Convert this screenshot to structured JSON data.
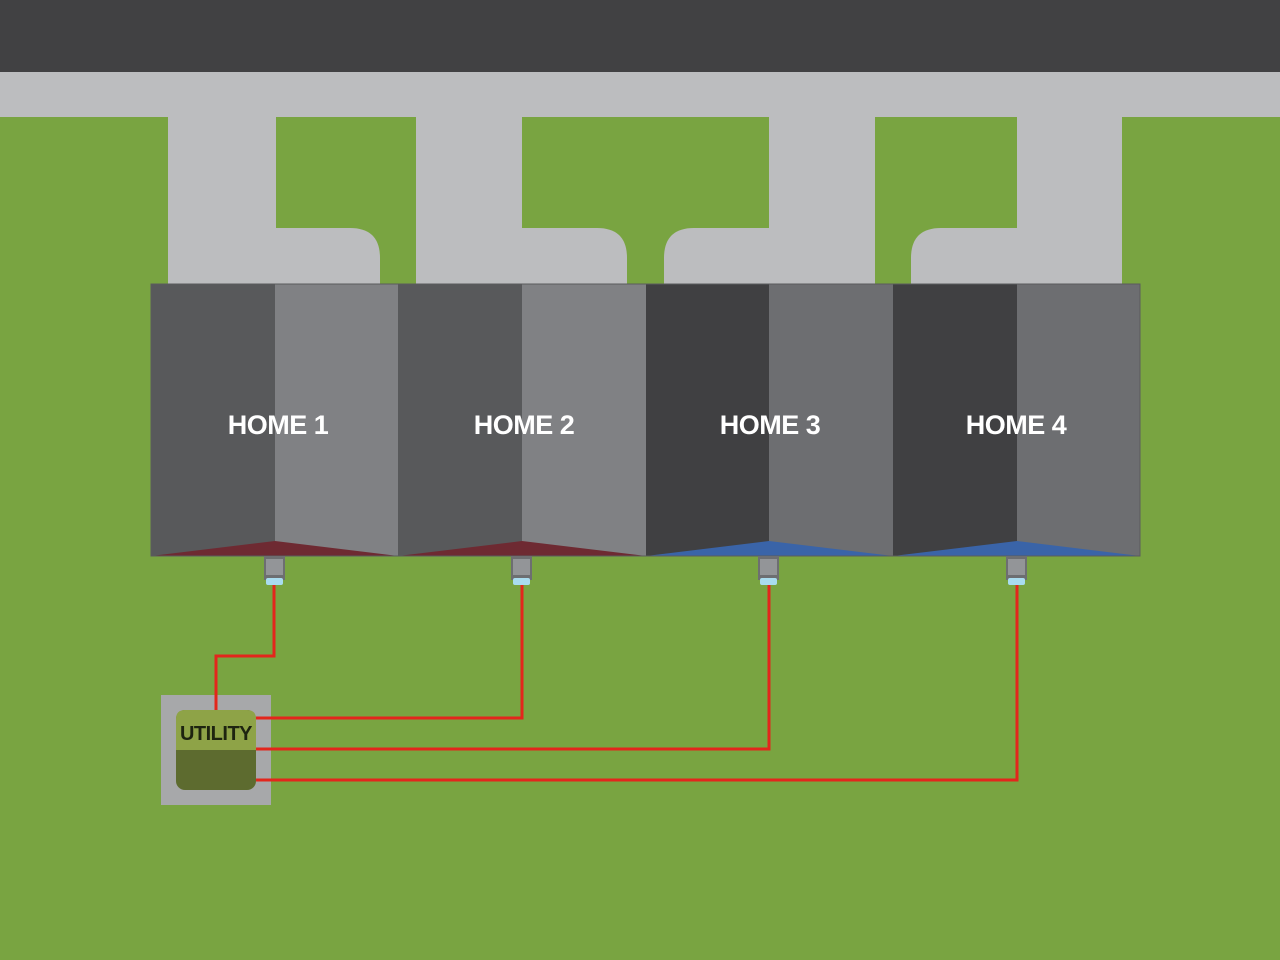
{
  "diagram": {
    "homes": [
      {
        "label": "HOME 1",
        "status_color": "#6e2a32"
      },
      {
        "label": "HOME 2",
        "status_color": "#6e2a32"
      },
      {
        "label": "HOME 3",
        "status_color": "#3a64a8"
      },
      {
        "label": "HOME 4",
        "status_color": "#3a64a8"
      }
    ],
    "utility": {
      "label": "UTILITY"
    },
    "colors": {
      "road": "#414143",
      "sidewalk": "#bcbdbf",
      "lawn": "#79a441",
      "wire": "#e3261c",
      "utility_top": "#8ea347",
      "utility_bottom": "#5d6b2f",
      "utility_pad": "#a7a8aa",
      "meter_glass": "#a9dcef"
    }
  }
}
